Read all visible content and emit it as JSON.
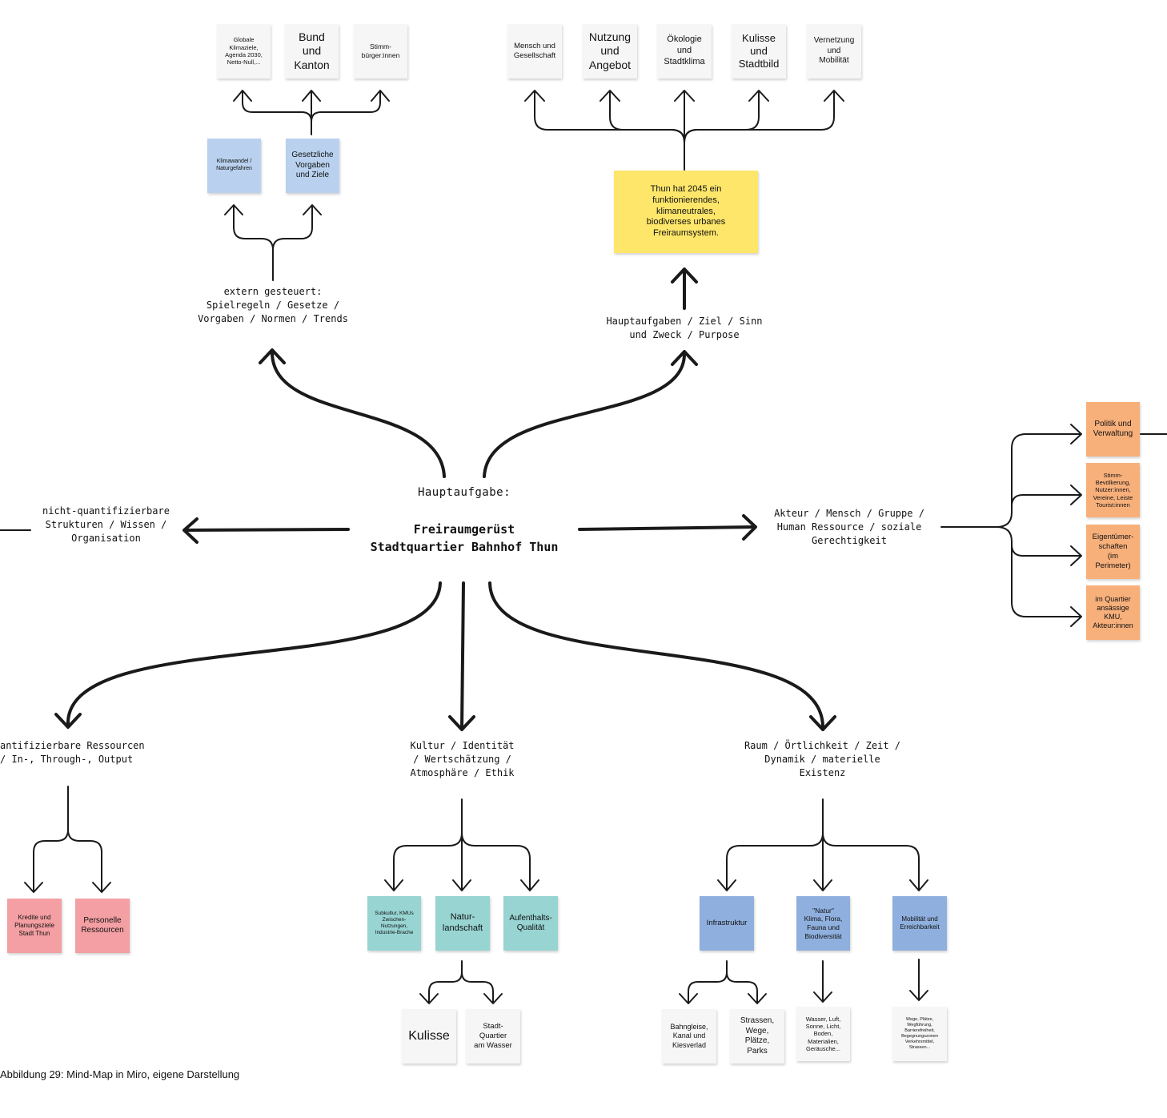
{
  "center": {
    "heading": "Hauptaufgabe:",
    "title": "Freiraumgerüst\nStadtquartier Bahnhof Thun"
  },
  "branches": {
    "external": "extern gesteuert:\nSpielregeln / Gesetze /\nVorgaben / Normen / Trends",
    "purpose": "Hauptaufgaben / Ziel / Sinn\nund Zweck / Purpose",
    "structures": "nicht-quantifizierbare\nStrukturen / Wissen /\nOrganisation",
    "actors": "Akteur / Mensch / Gruppe /\nHuman Ressource / soziale\nGerechtigkeit",
    "resources": "antifizierbare Ressourcen\n/ In-, Through-, Output",
    "culture": "Kultur / Identität\n/ Wertschätzung /\nAtmosphäre / Ethik",
    "space": "Raum / Örtlichkeit / Zeit /\nDynamik / materielle\nExistenz"
  },
  "notes": {
    "global_goals": "Globale\nKlimaziele,\nAgenda 2030,\nNetto-Null,...",
    "federal": "Bund\nund\nKanton",
    "voters": "Stimm-\nbürger:innen",
    "climate_change": "Klimawandel /\nNaturgefahren",
    "legal": "Gesetzliche\nVorgaben\nund Ziele",
    "people": "Mensch und\nGesellschaft",
    "use": "Nutzung\nund\nAngebot",
    "ecology": "Ökologie\nund\nStadtklima",
    "scenery": "Kulisse\nund\nStadtbild",
    "network": "Vernetzung\nund\nMobilität",
    "vision": "Thun hat 2045 ein\nfunktionierendes,\nklimaneutrales,\nbiodiverses urbanes\nFreiraumsystem.",
    "politics": "Politik und\nVerwaltung",
    "population": "Stimm-\nBevölkerung,\nNutzer:innen,\nVereine, Leiste\nTourist:innen",
    "owners": "Eigentümer-\nschaften\n(im\nPerimeter)",
    "sme": "im Quartier\nansässige\nKMU,\nAkteur:innen",
    "credits": "Kredite und\nPlanungsziele\nStadt Thun",
    "personnel": "Personelle\nRessourcen",
    "subculture": "Subkultur, KMUs\nZwischen-\nNutzungen,\nIndustrie-Brache",
    "natural_landscape": "Natur-\nlandschaft",
    "stay_quality": "Aufenthalts-\nQualität",
    "kulisse": "Kulisse",
    "water_quarter": "Stadt-\nQuartier\nam Wasser",
    "infrastructure": "Infrastruktur",
    "nature": "\"Natur\"\nKlima, Flora,\nFauna und\nBiodiversität",
    "mobility": "Mobilität und\nErreichbarkeit",
    "rail": "Bahngleise,\nKanal und\nKiesverlad",
    "streets": "Strassen,\nWege,\nPlätze,\nParks",
    "elements": "Wasser, Luft,\nSonne, Licht,\nBoden,\nMaterialien,\nGeräusche...",
    "paths": "Wege, Plätze,\nWegführung,\nBarrierefreiheit,\nBegegnungszonen\nVerkehrsmittel,\nStrassen..."
  },
  "caption": "Abbildung 29: Mind-Map in Miro, eigene Darstellung",
  "colors": {
    "white_note": "#f6f6f6",
    "blue_note": "#b9d1ee",
    "yellow_note": "#fde66a",
    "orange_note": "#f8b07b",
    "pink_note": "#f49fa3",
    "teal_note": "#97d4d2",
    "steel_note": "#8fb0de",
    "line": "#1a1a1a"
  }
}
